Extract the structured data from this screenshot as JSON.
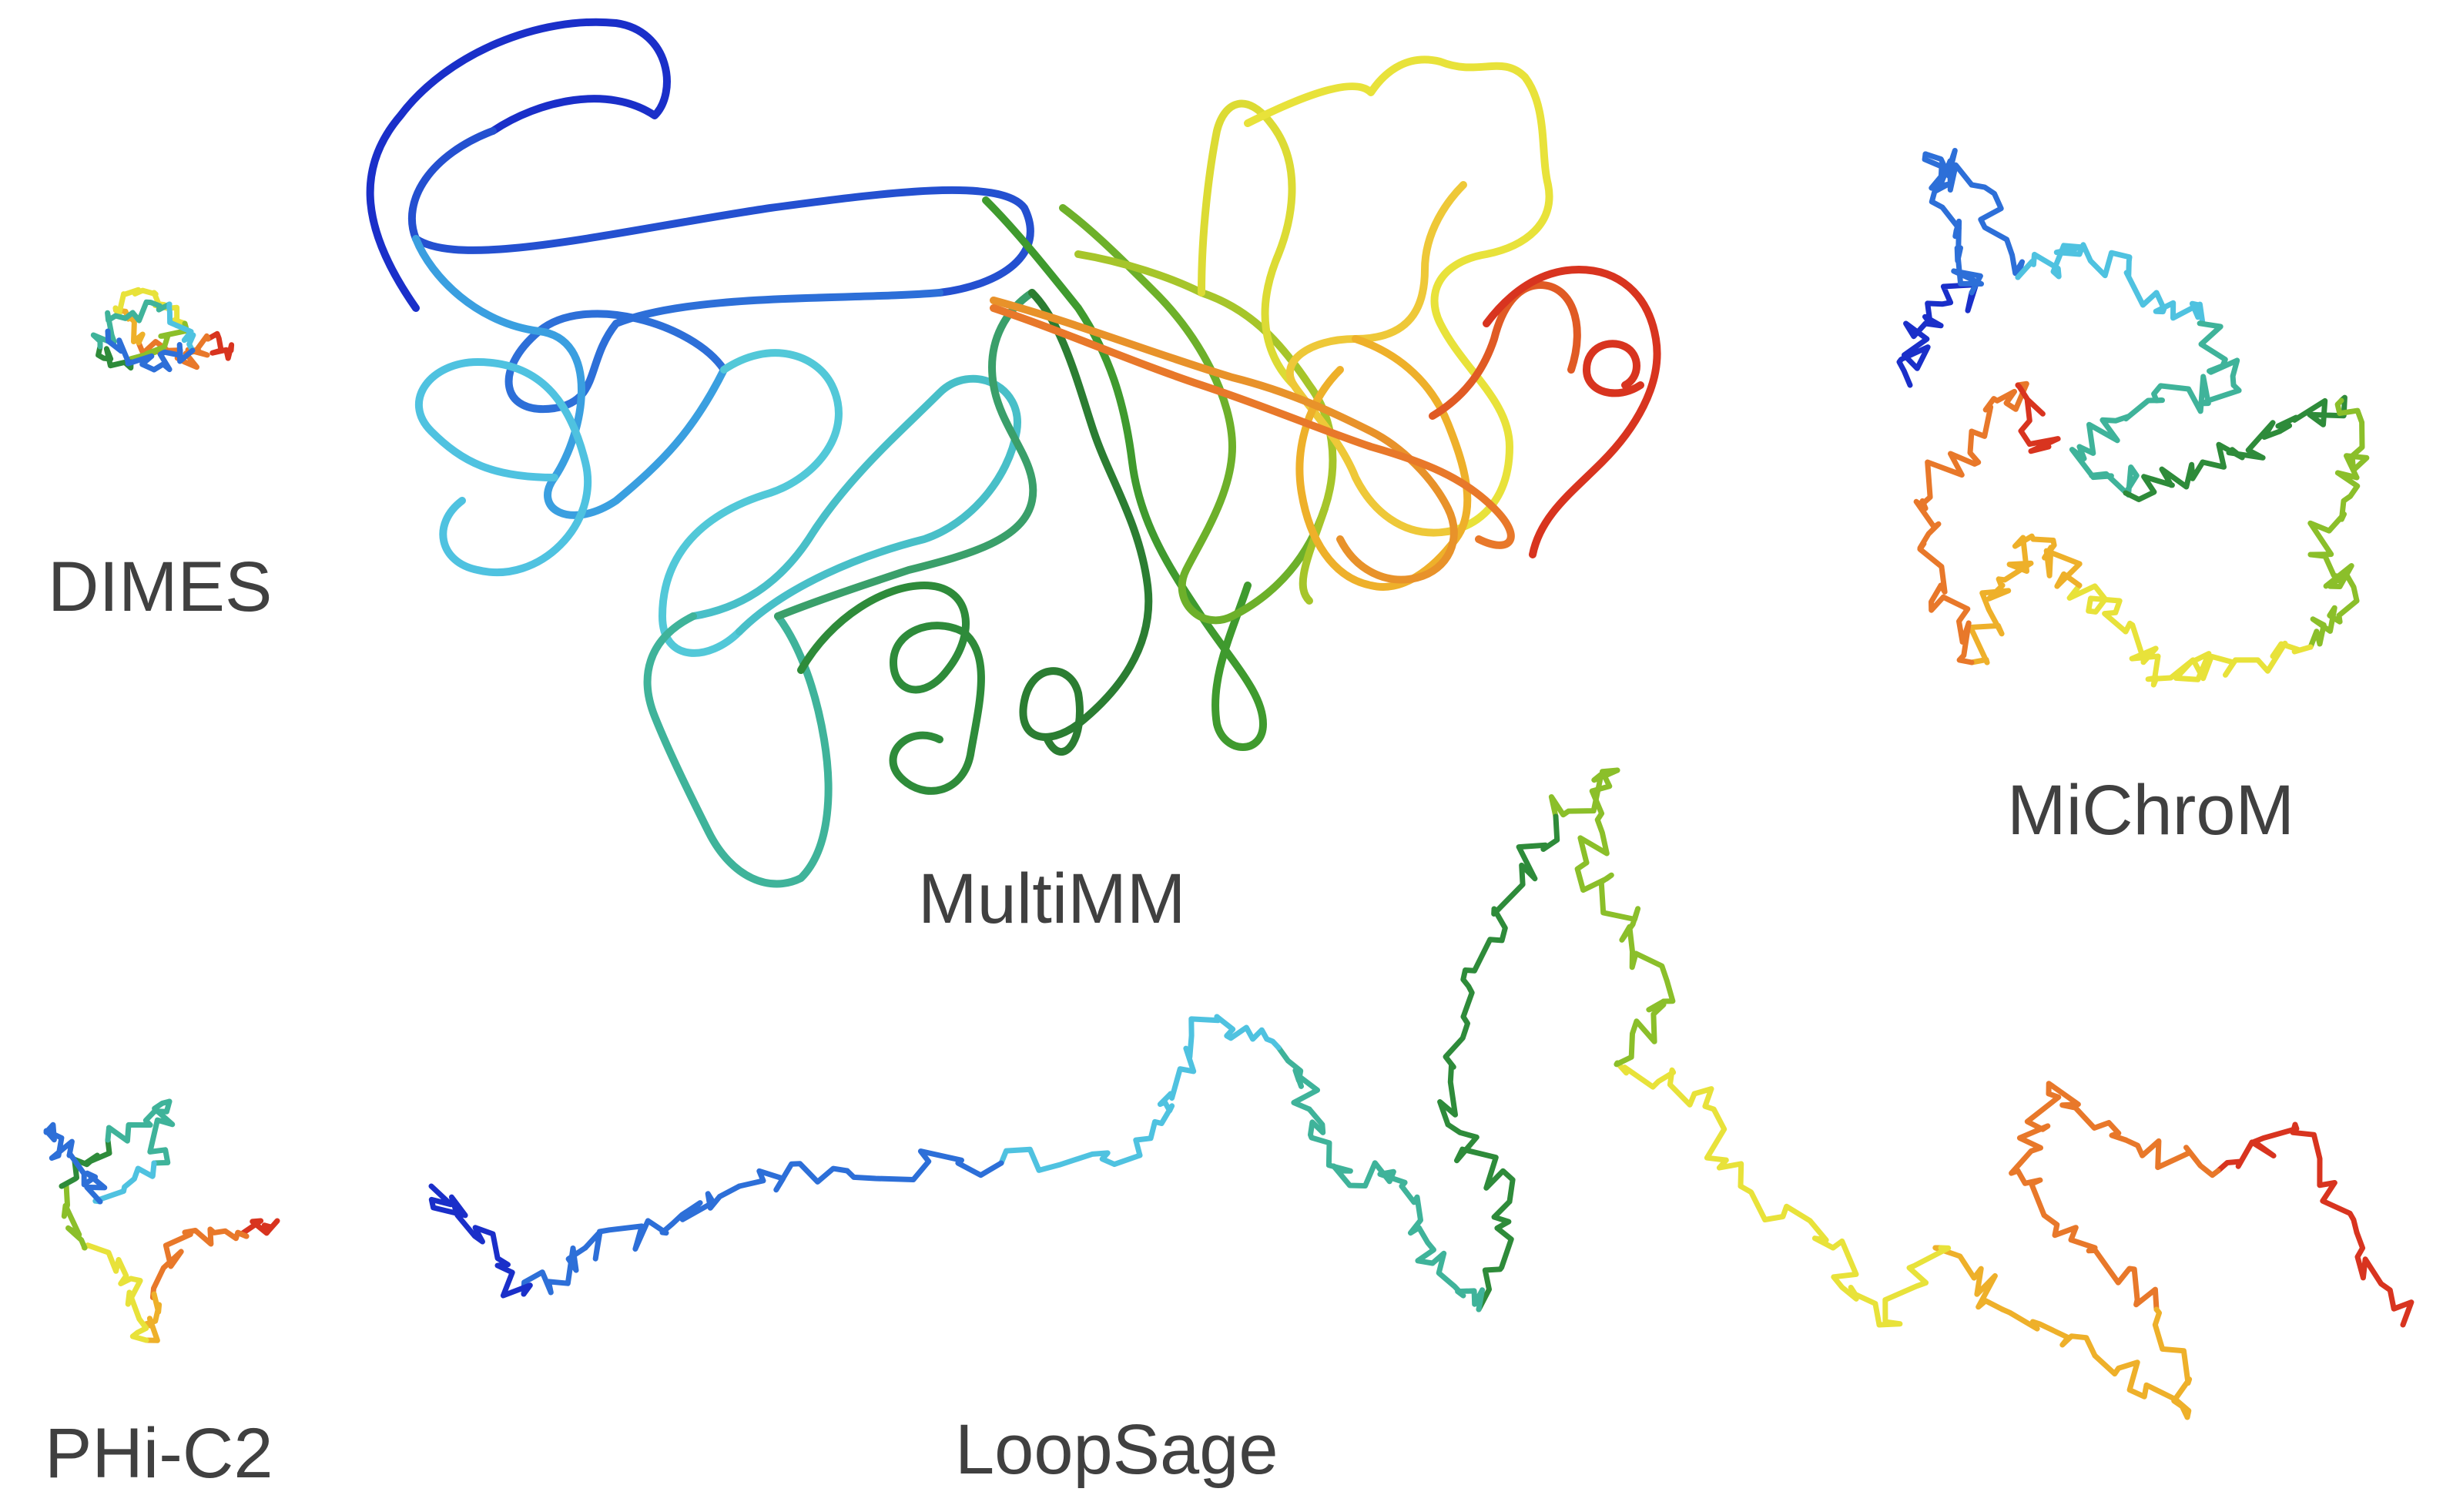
{
  "figure": {
    "models": [
      {
        "id": "dimes",
        "label": "DIMES"
      },
      {
        "id": "multimm",
        "label": "MultiMM"
      },
      {
        "id": "michrom",
        "label": "MiChroM"
      },
      {
        "id": "phic2",
        "label": "PHi-C2"
      },
      {
        "id": "loopsage",
        "label": "LoopSage"
      }
    ],
    "colormap": [
      "#1a2fc9",
      "#2d6fd8",
      "#4fc2e0",
      "#3fb39a",
      "#2e8b3a",
      "#8bbf2a",
      "#e8e23a",
      "#eeb02a",
      "#e8782a",
      "#d8341f"
    ]
  }
}
